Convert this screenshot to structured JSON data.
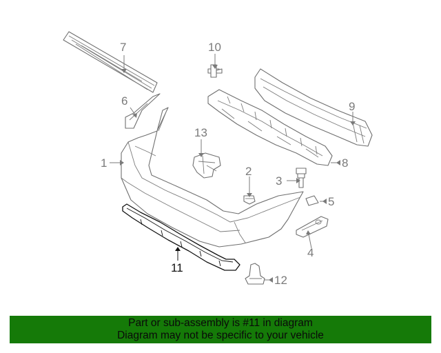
{
  "callouts": {
    "c1": "1",
    "c2": "2",
    "c3": "3",
    "c4": "4",
    "c5": "5",
    "c6": "6",
    "c7": "7",
    "c8": "8",
    "c9": "9",
    "c10": "10",
    "c11": "11",
    "c12": "12",
    "c13": "13"
  },
  "highlighted_part": "11",
  "colors": {
    "banner_bg": "#157a08",
    "line_art": "#6f6f6f",
    "highlight": "#111111"
  },
  "banner": {
    "line1": "Part or sub-assembly is #11 in diagram",
    "line2": "Diagram may not be specific to your vehicle"
  }
}
